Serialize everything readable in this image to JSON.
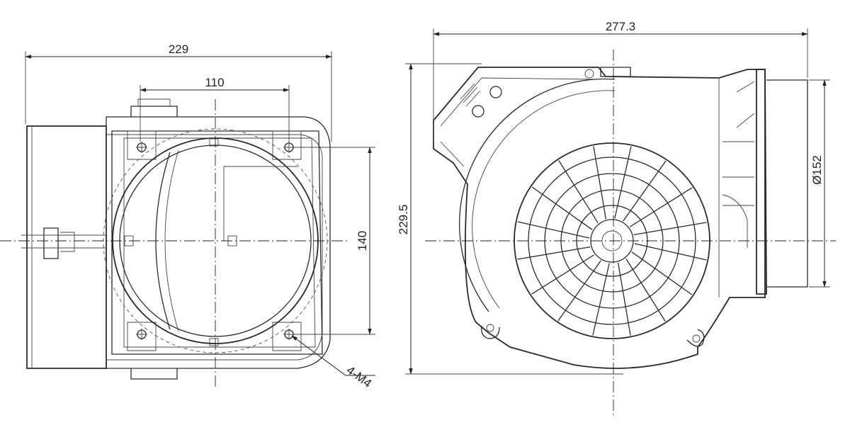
{
  "dimensions": {
    "front_width": "229",
    "bolt_spacing_h": "110",
    "bolt_spacing_v": "140",
    "mount_holes": "4-M4",
    "side_width": "277.3",
    "height": "229.5",
    "outlet_diameter": "Ø152"
  },
  "colors": {
    "line": "#2a2a2a",
    "background": "#ffffff"
  }
}
